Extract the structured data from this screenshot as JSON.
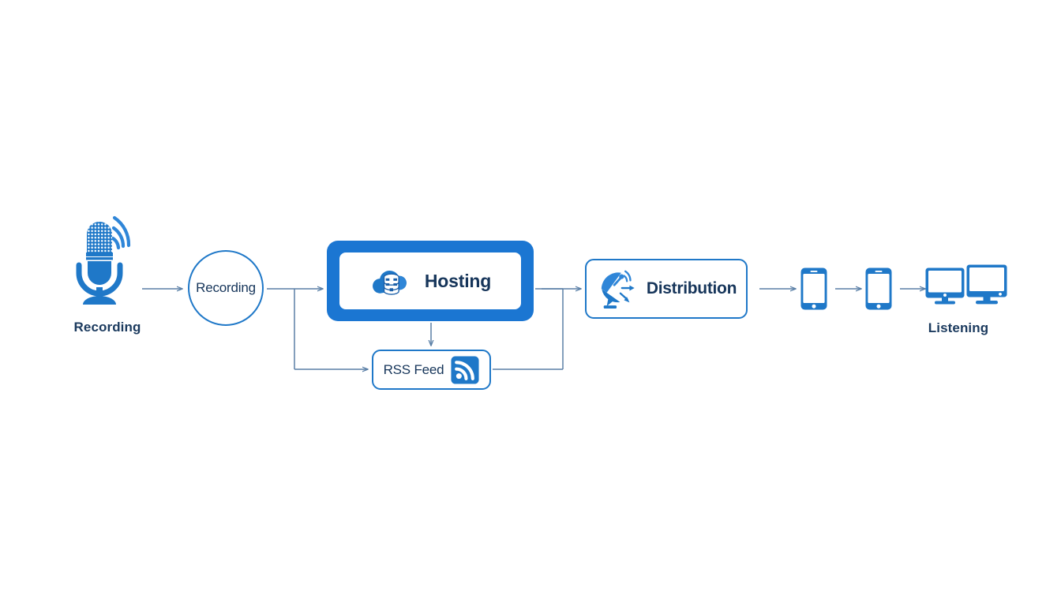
{
  "diagram": {
    "title": "Podcast Workflow Diagram",
    "background_color": "#ffffff",
    "palette": {
      "primary_blue": "#1b76d2",
      "accent_blue": "#1f78c8",
      "deep_blue": "#2f6fba",
      "navy_text": "#16355a",
      "caption_navy": "#1b3a5e",
      "connector_gray_blue": "#5a7fa6"
    },
    "stages": [
      {
        "id": "recording-source",
        "icon": "microphone-icon",
        "caption": "Recording"
      },
      {
        "id": "recording-node",
        "shape": "circle",
        "label": "Recording"
      },
      {
        "id": "hosting-node",
        "shape": "thick-rounded-rect",
        "icon": "cloud-database-icon",
        "label": "Hosting"
      },
      {
        "id": "rss-node",
        "shape": "rounded-rect",
        "icon": "rss-icon",
        "label": "RSS Feed"
      },
      {
        "id": "distribution-node",
        "shape": "rounded-rect",
        "icon": "satellite-dish-icon",
        "label": "Distribution"
      },
      {
        "id": "listening-devices",
        "icons": [
          "smartphone-icon",
          "smartphone-icon",
          "monitor-icon",
          "monitor-icon"
        ],
        "caption": "Listening"
      }
    ],
    "connections": [
      {
        "from": "recording-source",
        "to": "recording-node",
        "type": "arrow"
      },
      {
        "from": "recording-node",
        "to": "hosting-node",
        "type": "branch-arrow"
      },
      {
        "from": "recording-node",
        "to": "rss-node",
        "type": "branch-arrow"
      },
      {
        "from": "hosting-node",
        "to": "rss-node",
        "type": "arrow-down"
      },
      {
        "from": "hosting-node",
        "to": "distribution-node",
        "type": "merge-arrow"
      },
      {
        "from": "rss-node",
        "to": "distribution-node",
        "type": "merge-arrow"
      },
      {
        "from": "distribution-node",
        "to": "phone-1",
        "type": "arrow"
      },
      {
        "from": "phone-1",
        "to": "phone-2",
        "type": "arrow"
      },
      {
        "from": "phone-2",
        "to": "monitors",
        "type": "arrow"
      }
    ]
  },
  "labels": {
    "recording_caption": "Recording",
    "recording_circle": "Recording",
    "hosting": "Hosting",
    "rss_feed": "RSS Feed",
    "distribution": "Distribution",
    "listening_caption": "Listening"
  }
}
